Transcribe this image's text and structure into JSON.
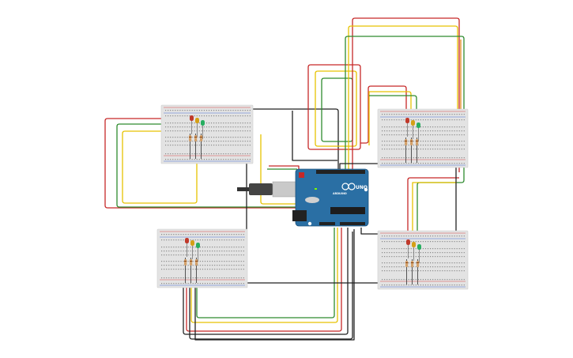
{
  "colors": {
    "background": "#ffffff",
    "wire_red": "#c62828",
    "wire_yellow": "#e6c200",
    "wire_green": "#2e8b2e",
    "wire_black": "#222222",
    "wire_orange": "#e08a1e",
    "board_blue": "#2a6fa4",
    "led_red": "#c0392b",
    "led_yellow": "#d4a017",
    "led_green": "#27ae60",
    "resistor": "#d2a06a"
  },
  "arduino": {
    "logo_text": "UNO",
    "brand_text": "ARDUINO"
  },
  "breadboards": [
    {
      "id": "top-left"
    },
    {
      "id": "top-right"
    },
    {
      "id": "bottom-left"
    },
    {
      "id": "bottom-right"
    }
  ],
  "traffic_lights": [
    {
      "board": "top-left",
      "leds": [
        "red",
        "yellow",
        "green"
      ]
    },
    {
      "board": "top-right",
      "leds": [
        "red",
        "yellow",
        "green"
      ]
    },
    {
      "board": "bottom-left",
      "leds": [
        "red",
        "yellow",
        "green"
      ]
    },
    {
      "board": "bottom-right",
      "leds": [
        "red",
        "yellow",
        "green"
      ]
    }
  ]
}
